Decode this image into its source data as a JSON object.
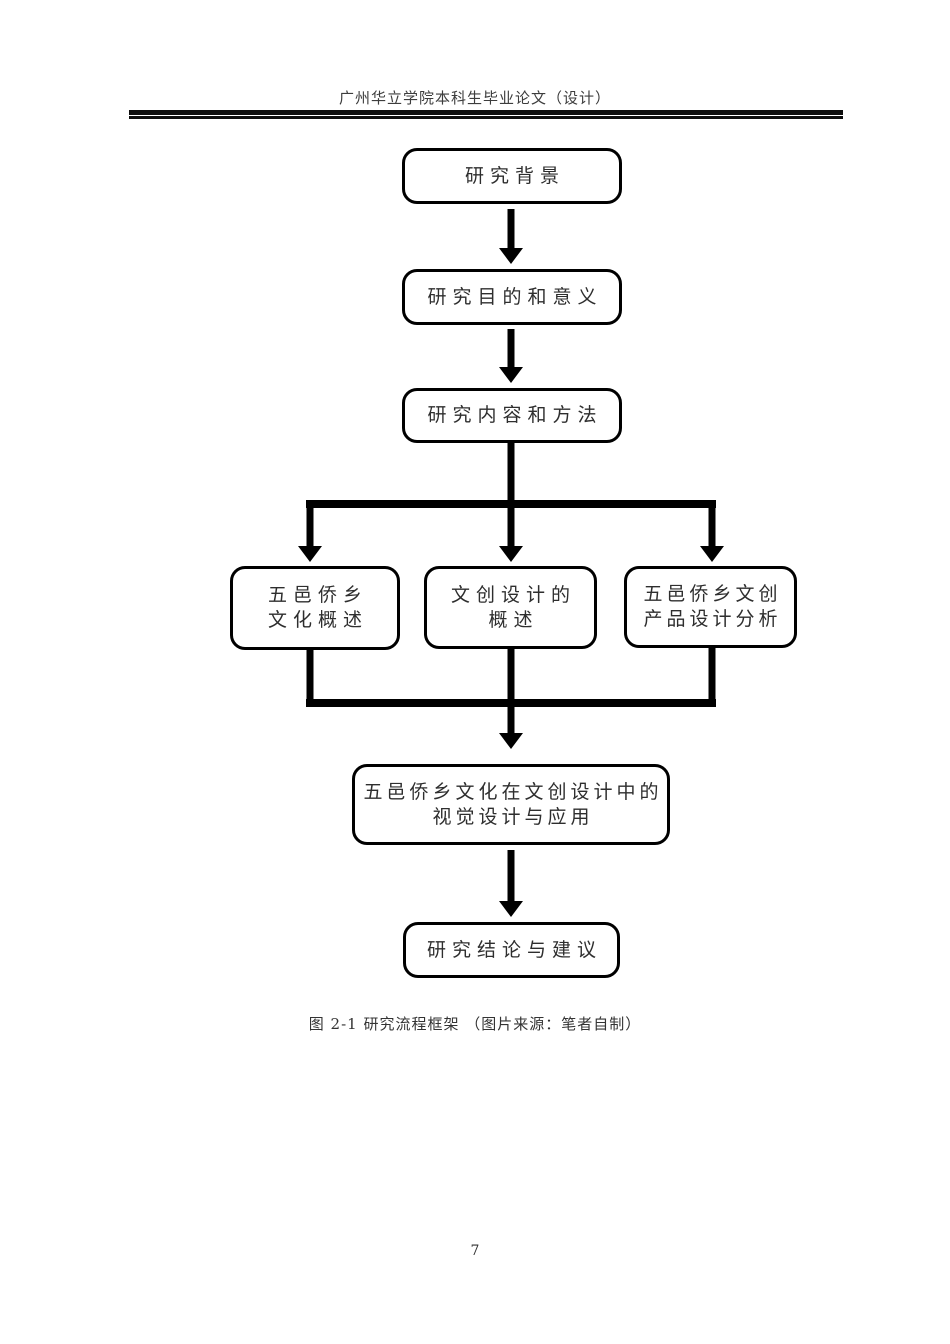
{
  "header": {
    "title": "广州华立学院本科生毕业论文（设计）"
  },
  "figure": {
    "caption": "图 2-1 研究流程框架 （图片来源：笔者自制）"
  },
  "footer": {
    "page_number": "7"
  },
  "colors": {
    "ink": "#000000",
    "text": "#2e2e2e",
    "background": "#ffffff"
  },
  "flowchart": {
    "nodes": [
      {
        "name": "research-background",
        "line1": "研究背景"
      },
      {
        "name": "research-purpose",
        "line1": "研究目的和意义"
      },
      {
        "name": "research-content-methods",
        "line1": "研究内容和方法"
      },
      {
        "name": "wuyi-culture-overview",
        "line1": "五邑侨乡",
        "line2": "文化概述"
      },
      {
        "name": "creative-design-overview",
        "line1": "文创设计的",
        "line2": "概述"
      },
      {
        "name": "wuyi-product-design-analysis",
        "line1": "五邑侨乡文创",
        "line2": "产品设计分析"
      },
      {
        "name": "visual-design-application",
        "line1": "五邑侨乡文化在文创设计中的",
        "line2": "视觉设计与应用"
      },
      {
        "name": "conclusions-suggestions",
        "line1": "研究结论与建议"
      }
    ]
  }
}
